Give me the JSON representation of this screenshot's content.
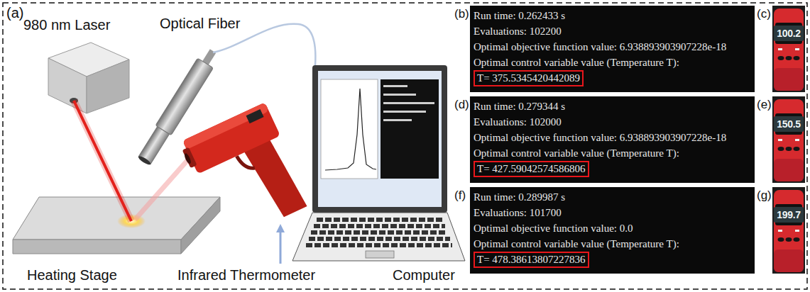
{
  "diagram": {
    "nodes": [
      {
        "text": [
          "Run time: 0.262433 s",
          "Evaluations: 102200",
          "Optimal objective function value: 6.938893903907228e-18",
          "Optimal control variable value (Temperature T):"
        ]
      },
      {
        "text": [
          "T= 375.5345420442089"
        ],
        "in": 0
      },
      {
        "text": [
          "100.2"
        ]
      },
      {
        "text": [
          "Run time: 0.279344 s",
          "Evaluations: 102000",
          "Optimal objective function value: 6.938893903907228e-18",
          "Optimal control variable value (Temperature T):"
        ]
      },
      {
        "text": [
          "T= 427.59042574586806"
        ],
        "in": 3
      },
      {
        "text": [
          "150.5"
        ]
      },
      {
        "text": [
          "Run time: 0.289987 s",
          "Evaluations: 101700",
          "Optimal objective function value: 0.0",
          "Optimal control variable value (Temperature T):"
        ]
      },
      {
        "text": [
          "T= 478.38613807227836"
        ],
        "in": 6
      },
      {
        "text": [
          "199.7"
        ]
      }
    ],
    "labels": [
      "(a)",
      "980 nm Laser",
      "Optical Fiber",
      "Heating Stage",
      "Infrared Thermometer",
      "Computer",
      "(b)",
      "(c)",
      "(d)",
      "(e)",
      "(f)",
      "(g)"
    ]
  }
}
